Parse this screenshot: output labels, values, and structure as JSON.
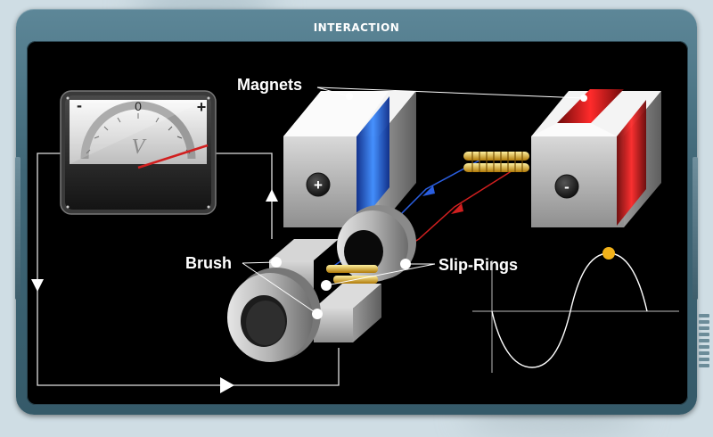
{
  "window": {
    "title": "INTERACTION"
  },
  "labels": {
    "magnets": "Magnets",
    "brush": "Brush",
    "slip_rings": "Slip-Rings"
  },
  "voltmeter": {
    "minus": "-",
    "zero": "0",
    "plus": "+",
    "unit": "V"
  },
  "magnet_signs": {
    "north": "+",
    "south": "-"
  },
  "colors": {
    "north_magnet": "#2a66e0",
    "south_magnet": "#d0201f",
    "current_indicator": "#f2b21a",
    "frame": "#3f6676"
  },
  "icons": {
    "arrow": "triangle-arrow-icon",
    "indicator": "dot-icon"
  }
}
